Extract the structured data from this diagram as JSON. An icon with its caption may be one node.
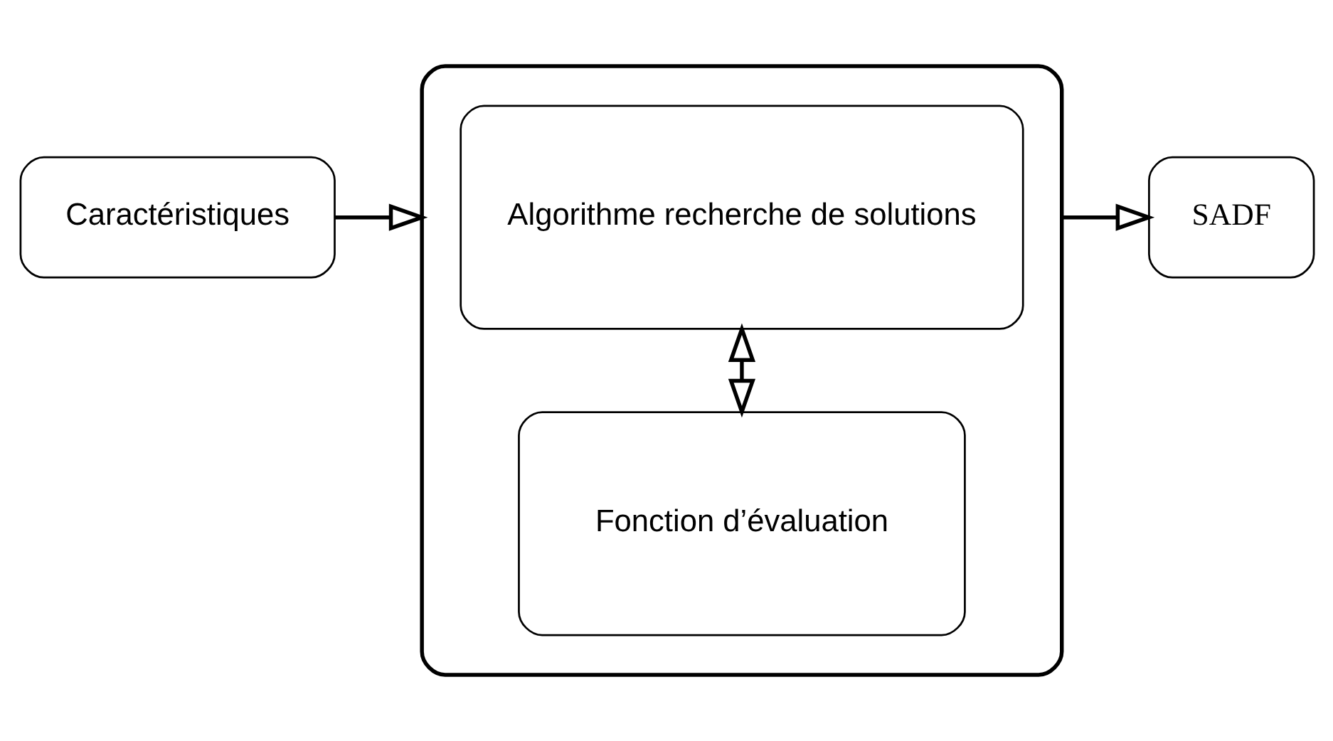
{
  "diagram": {
    "nodes": [
      {
        "text": [],
        "shape": "box"
      },
      {
        "text": [
          "Algorithme recherche de solutions"
        ],
        "in": 0
      },
      {
        "text": [
          "Fonction d’évaluation"
        ],
        "in": 0
      },
      {
        "text": [
          "Caractéristiques"
        ]
      },
      {
        "text": [
          "SADF"
        ]
      }
    ],
    "edges": [
      {
        "from": 3,
        "to": 0,
        "arrow": "to"
      },
      {
        "from": 1,
        "to": 2,
        "arrow": "both"
      },
      {
        "from": 0,
        "to": 4,
        "arrow": "to"
      }
    ]
  }
}
